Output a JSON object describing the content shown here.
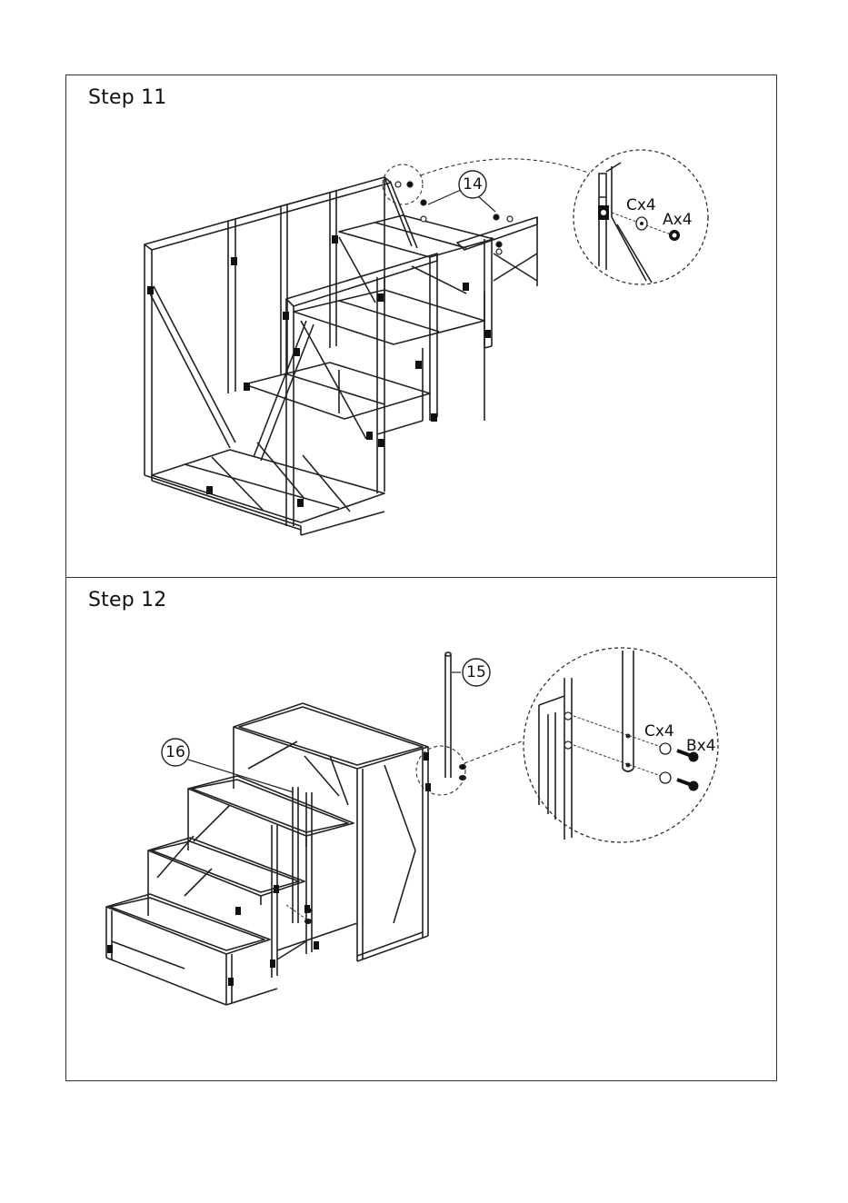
{
  "steps": [
    {
      "title": "Step 11",
      "part_callout": "14",
      "hardware": [
        {
          "label": "Cx4"
        },
        {
          "label": "Ax4"
        }
      ]
    },
    {
      "title": "Step 12",
      "part_callouts": [
        "15",
        "16"
      ],
      "hardware": [
        {
          "label": "Cx4"
        },
        {
          "label": "Bx4"
        }
      ]
    }
  ]
}
